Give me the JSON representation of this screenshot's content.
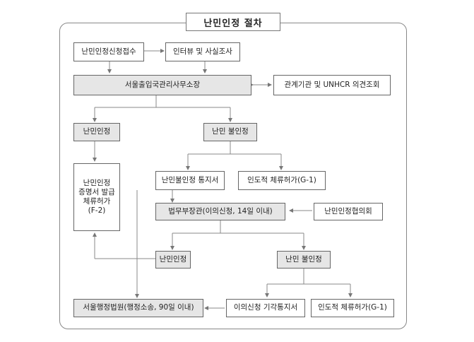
{
  "title": "난민인정 절차",
  "nodes": {
    "apply": "난민인정신청접수",
    "interview": "인터뷰 및 사실조사",
    "office": "서울출입국관리사무소장",
    "consult": "관계기관 및 UNHCR 의견조회",
    "recognized1": "난민인정",
    "rejected1": "난민 불인정",
    "certificate": "난민인정\n증명서 발급\n체류허가\n(F-2)",
    "reject_notice": "난민불인정 통지서",
    "humanitarian1": "인도적 체류허가(G-1)",
    "ministry": "법무부장관(이의신청, 14일 이내)",
    "council": "난민인정협의회",
    "recognized2": "난민인정",
    "rejected2": "난민 불인정",
    "court": "서울행정법원(행정소송, 90일 이내)",
    "appeal_reject": "이의신청 기각통지서",
    "humanitarian2": "인도적 체류허가(G-1)"
  }
}
